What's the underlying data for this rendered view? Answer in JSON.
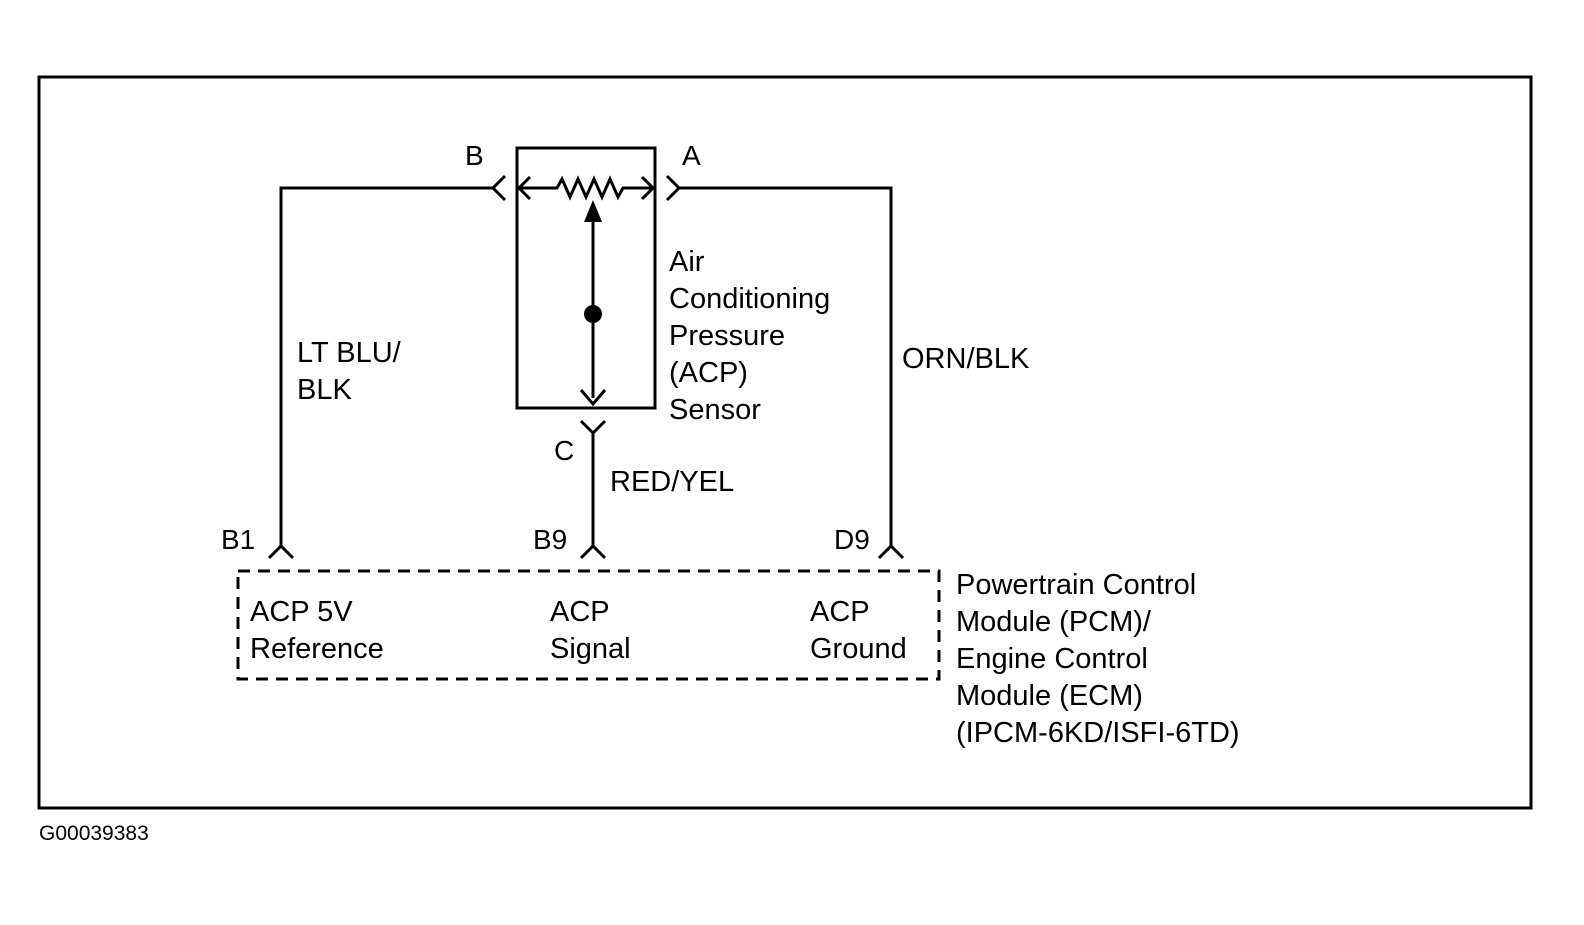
{
  "figure_id": "G00039383",
  "sensor": {
    "name_lines": [
      "Air",
      "Conditioning",
      "Pressure",
      "(ACP)",
      "Sensor"
    ],
    "terminals": {
      "b": "B",
      "a": "A",
      "c": "C"
    }
  },
  "wires": {
    "left_color_lines": [
      "LT BLU/",
      "BLK"
    ],
    "middle_color": "RED/YEL",
    "right_color": "ORN/BLK"
  },
  "module": {
    "pins": {
      "left": "B1",
      "middle": "B9",
      "right": "D9"
    },
    "circuits": [
      {
        "lines": [
          "ACP 5V",
          "Reference"
        ]
      },
      {
        "lines": [
          "ACP",
          "Signal"
        ]
      },
      {
        "lines": [
          "ACP",
          "Ground"
        ]
      }
    ],
    "name_lines": [
      "Powertrain Control",
      "Module (PCM)/",
      "Engine Control",
      "Module (ECM)",
      "(IPCM-6KD/ISFI-6TD)"
    ]
  }
}
